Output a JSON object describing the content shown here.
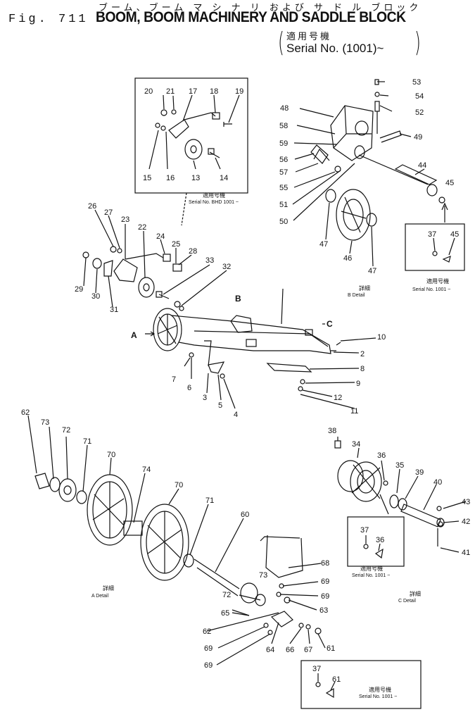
{
  "header": {
    "kana_title": "ブーム、ブーム マ シ ナ リ および サ ド ル ブロック",
    "fig_number": "Fig. 711",
    "title": "BOOM, BOOM MACHINERY AND SADDLE BLOCK",
    "applicability_jp": "適用号機",
    "serial": "Serial No. (1001)~"
  },
  "insets": {
    "top": {
      "jp": "適用号機",
      "serial": "Serial No. BHD 1001 ~"
    },
    "right": {
      "jp": "適用号機",
      "serial": "Serial No. 1001 ~"
    },
    "mid": {
      "jp": "適用号機",
      "serial": "Serial No. 1001 ~"
    },
    "bottom": {
      "jp": "適用号機",
      "serial": "Serial No. 1001 ~"
    }
  },
  "details": {
    "b": {
      "jp": "詳細",
      "label": "B  Detail"
    },
    "a": {
      "jp": "詳細",
      "label": "A  Detail"
    },
    "c": {
      "jp": "詳細",
      "label": "C  Detail"
    }
  },
  "view_markers": {
    "a": "A",
    "b": "B",
    "c": "C"
  },
  "callouts": {
    "c01": "20",
    "c02": "21",
    "c03": "17",
    "c04": "18",
    "c05": "19",
    "c06": "15",
    "c07": "16",
    "c08": "13",
    "c09": "14",
    "c10": "53",
    "c11": "54",
    "c12": "52",
    "c13": "48",
    "c14": "58",
    "c15": "49",
    "c16": "59",
    "c17": "56",
    "c18": "57",
    "c19": "55",
    "c20": "51",
    "c21": "50",
    "c22": "44",
    "c23": "45",
    "c24": "47",
    "c25": "46",
    "c26": "47",
    "c27": "37",
    "c28": "45",
    "c29": "26",
    "c30": "27",
    "c31": "23",
    "c32": "22",
    "c33": "24",
    "c34": "25",
    "c35": "28",
    "c36": "33",
    "c37": "32",
    "c38": "29",
    "c39": "30",
    "c40": "31",
    "c41": "10",
    "c42": "2",
    "c43": "8",
    "c44": "9",
    "c45": "12",
    "c46": "11",
    "c47": "7",
    "c48": "6",
    "c49": "3",
    "c50": "5",
    "c51": "4",
    "c52": "62",
    "c53": "73",
    "c54": "72",
    "c55": "71",
    "c56": "70",
    "c57": "74",
    "c58": "70",
    "c59": "71",
    "c60": "60",
    "c61": "68",
    "c62": "69",
    "c63": "69",
    "c64": "73",
    "c65": "72",
    "c66": "63",
    "c67": "65",
    "c68": "62",
    "c69": "69",
    "c70": "69",
    "c71": "64",
    "c72": "66",
    "c73": "67",
    "c74": "61",
    "c75": "38",
    "c76": "34",
    "c77": "36",
    "c78": "35",
    "c79": "39",
    "c80": "40",
    "c81": "43",
    "c82": "42",
    "c83": "41",
    "c84": "37",
    "c85": "36",
    "c86": "37",
    "c87": "61"
  }
}
